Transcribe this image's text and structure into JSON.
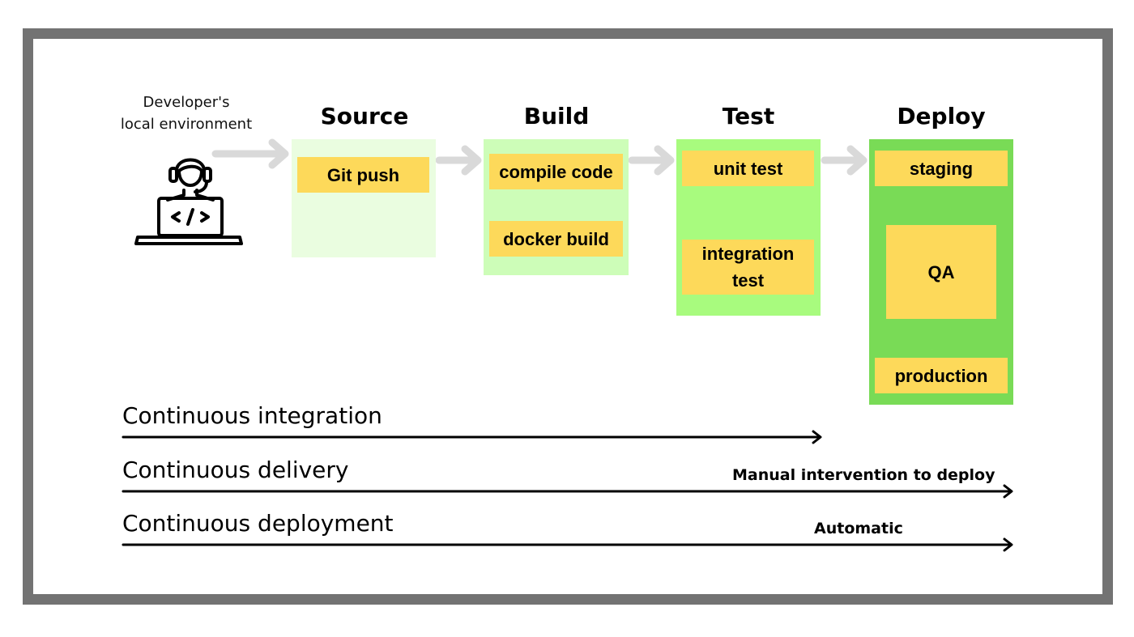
{
  "developer": {
    "label_line1": "Developer's",
    "label_line2": "local environment",
    "icon": "developer-laptop-icon"
  },
  "stages": [
    {
      "title": "Source",
      "color": "#eafde0",
      "items": [
        "Git push"
      ]
    },
    {
      "title": "Build",
      "color": "#cdfdb8",
      "items": [
        "compile code",
        "docker build"
      ]
    },
    {
      "title": "Test",
      "color": "#a8fb7e",
      "items": [
        "unit test",
        "integration test"
      ]
    },
    {
      "title": "Deploy",
      "color": "#79db56",
      "items": [
        "staging",
        "QA",
        "production"
      ]
    }
  ],
  "pipelines": [
    {
      "label": "Continuous integration",
      "note": ""
    },
    {
      "label": "Continuous delivery",
      "note": "Manual intervention to deploy"
    },
    {
      "label": "Continuous deployment",
      "note": "Automatic"
    }
  ],
  "colors": {
    "frame": "#737373",
    "chip": "#fdd95a",
    "flow_arrow": "#d9d9d9",
    "dashed_arrow": "#8c8c8c"
  }
}
